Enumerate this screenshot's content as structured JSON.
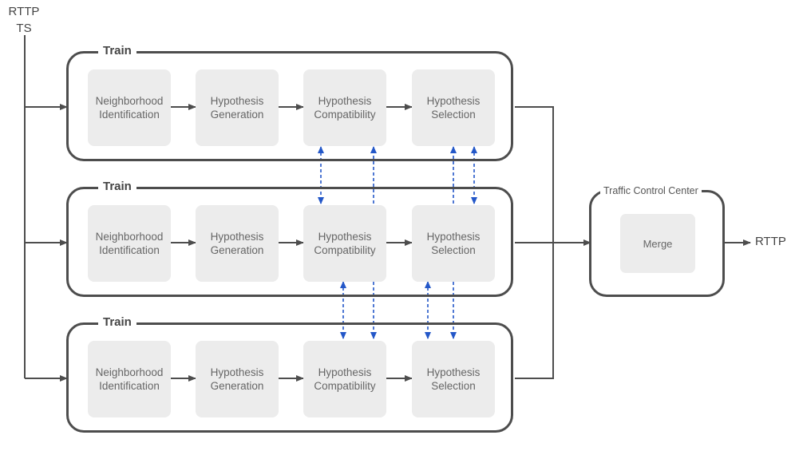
{
  "input": {
    "line1": "RTTP",
    "line2": "TS"
  },
  "trains": [
    {
      "title": "Train",
      "stages": [
        "Neighborhood\nIdentification",
        "Hypothesis\nGeneration",
        "Hypothesis\nCompatibility",
        "Hypothesis\nSelection"
      ]
    },
    {
      "title": "Train",
      "stages": [
        "Neighborhood\nIdentification",
        "Hypothesis\nGeneration",
        "Hypothesis\nCompatibility",
        "Hypothesis\nSelection"
      ]
    },
    {
      "title": "Train",
      "stages": [
        "Neighborhood\nIdentification",
        "Hypothesis\nGeneration",
        "Hypothesis\nCompatibility",
        "Hypothesis\nSelection"
      ]
    }
  ],
  "control_center": {
    "title": "Traffic Control Center",
    "merge_label": "Merge"
  },
  "output": {
    "label": "RTTP"
  },
  "colors": {
    "line": "#4d4d4d",
    "dashed_link": "#2357c8",
    "stage_fill": "#ececec"
  }
}
